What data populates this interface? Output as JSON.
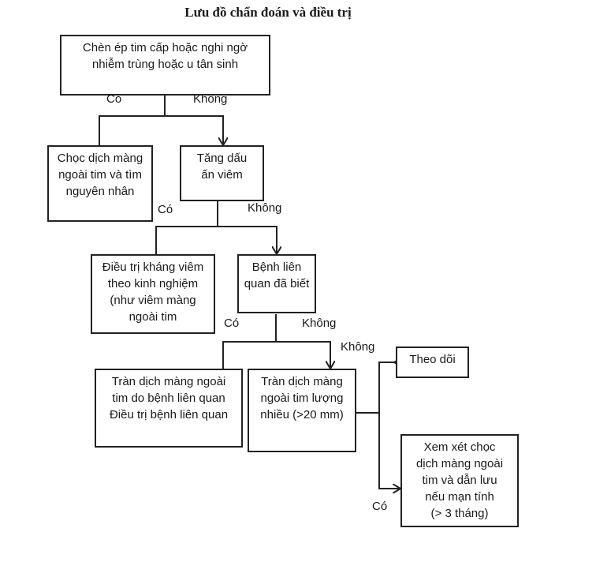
{
  "title": "Lưu đồ chẩn đoán và điều trị",
  "nodes": {
    "start": "Chèn ép tim cấp hoặc nghi ngờ\nnhiễm trùng hoặc u tân sinh",
    "pericardiocentesis": "Chọc dịch màng\nngoài tim và tìm\nnguyên nhân",
    "inflammation": "Tăng dấu\nấn viêm",
    "empiric": "Điều trị kháng viêm\ntheo kinh nghiệm\n(như viêm màng\nngoài tim",
    "known_disease": "Bệnh liên\nquan đã biết",
    "related_effusion": "Tràn dịch màng ngoài\ntim do bệnh liên quan\nĐiều trị bệnh liên quan",
    "large_effusion": "Tràn dịch màng\nngoài tim lượng\nnhiều (>20 mm)",
    "follow_up": "Theo dõi",
    "consider_drainage": "Xem xét chọc\ndịch màng ngoài\ntim và dẫn lưu\nnếu mạn tính\n(> 3 tháng)"
  },
  "labels": {
    "yes": "Có",
    "no": "Không"
  }
}
